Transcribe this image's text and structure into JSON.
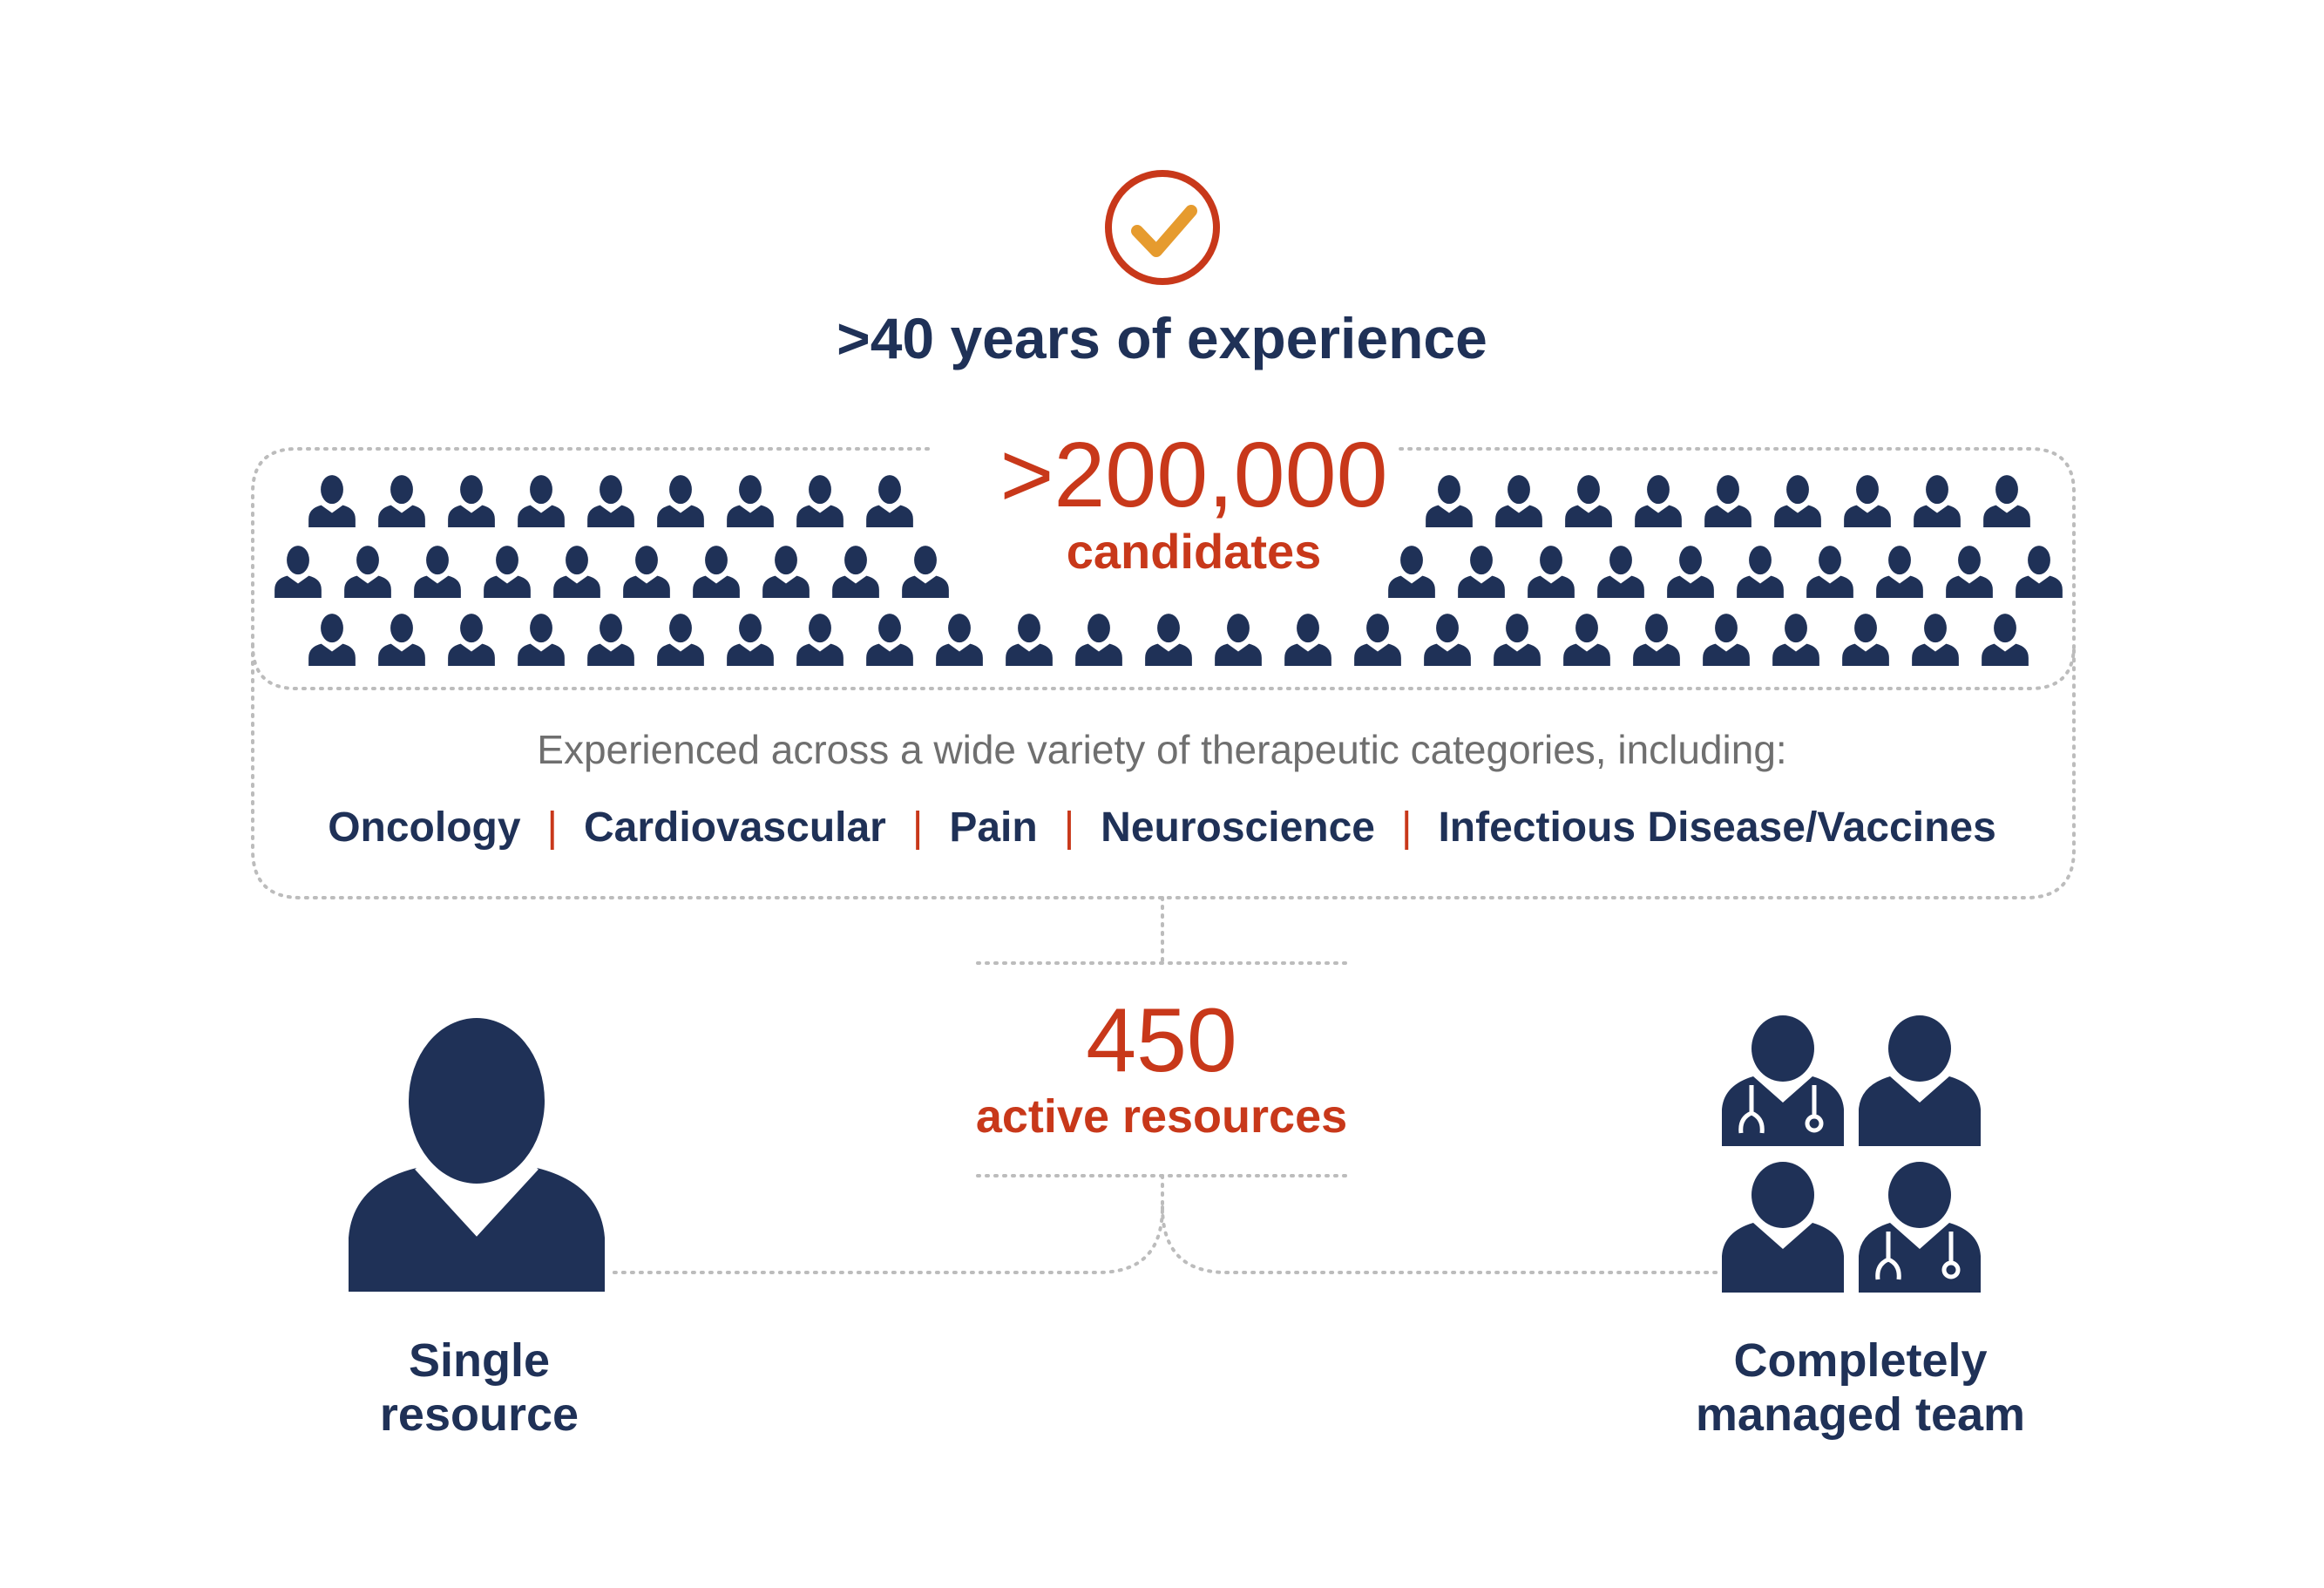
{
  "experience": {
    "title": ">40 years of experience",
    "icon": "checkmark-circle-icon"
  },
  "candidates": {
    "number": ">200,000",
    "label": "candidates",
    "icon": "person-icon"
  },
  "categories": {
    "intro": "Experienced across a wide variety of therapeutic categories, including:",
    "items": [
      "Oncology",
      "Cardiovascular",
      "Pain",
      "Neuroscience",
      "Infectious Disease/Vaccines"
    ],
    "separator": "|"
  },
  "resources": {
    "number": "450",
    "label": "active resources"
  },
  "single": {
    "line1": "Single",
    "line2": "resource",
    "icon": "person-icon"
  },
  "team": {
    "line1": "Completely",
    "line2": "managed team",
    "icon": "medical-team-icon"
  },
  "colors": {
    "navy": "#1f3157",
    "accent": "#c8381a",
    "check": "#e69b2e",
    "gray_text": "#6f6f6f",
    "dotted": "#bcbcbc"
  }
}
